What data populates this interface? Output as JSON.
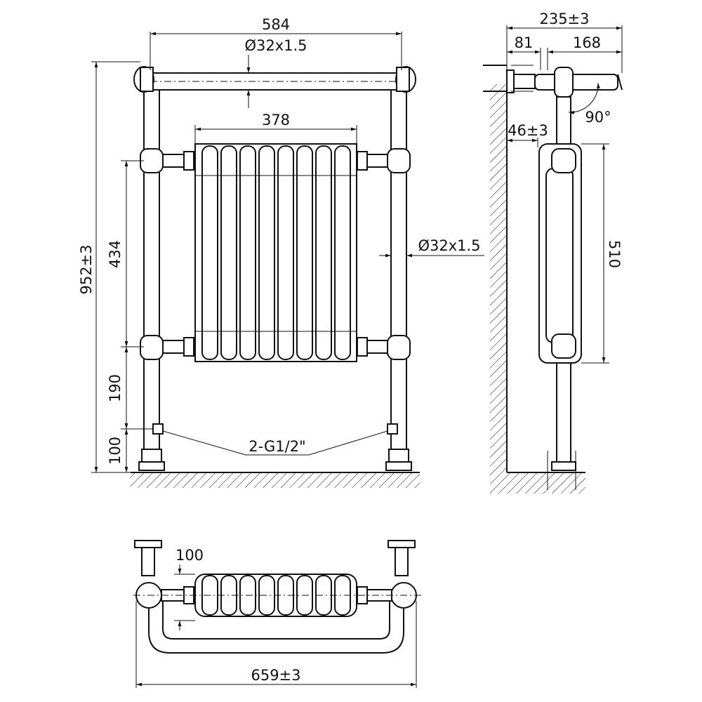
{
  "drawing": {
    "front_view": {
      "overall_width": "584",
      "top_rail": "Ø32x1.5",
      "radiator_width": "378",
      "pipe": "Ø32x1.5",
      "overall_height": "952±3",
      "radiator_height": "434",
      "lower_rail_height": "190",
      "valve_height": "100",
      "connections": "2-G1/2\""
    },
    "side_view": {
      "projection": "235±3",
      "wall_offset": "81",
      "rail_depth": "168",
      "angle": "90°",
      "radiator_offset": "46±3",
      "radiator_height": "510"
    },
    "plan_view": {
      "radiator_depth": "100",
      "overall_width": "659±3"
    }
  }
}
